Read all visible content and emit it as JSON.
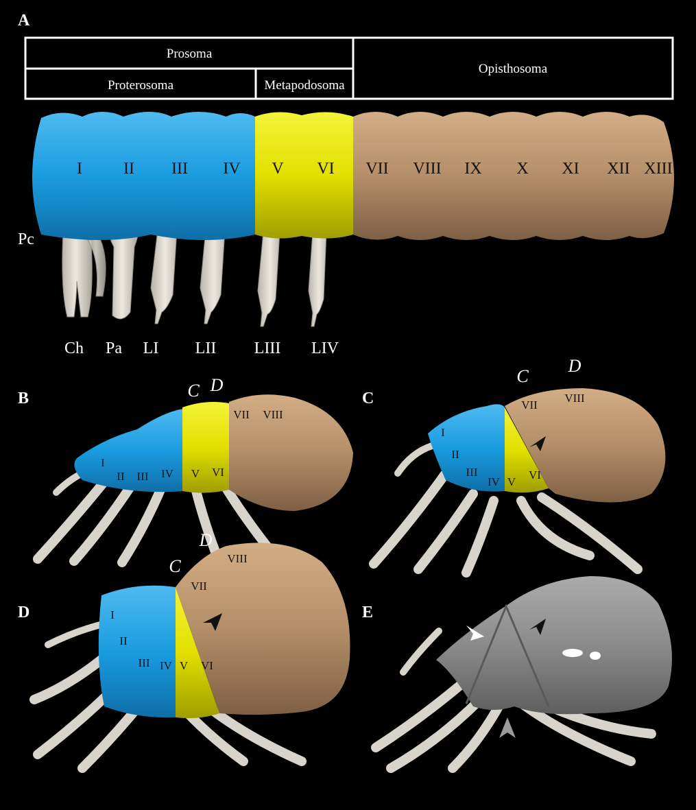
{
  "panel_labels": [
    "A",
    "B",
    "C",
    "D",
    "E"
  ],
  "header": {
    "prosoma": "Prosoma",
    "proterosoma": "Proterosoma",
    "metapodosoma": "Metapodosoma",
    "opisthosoma": "Opisthosoma"
  },
  "segments": [
    "I",
    "II",
    "III",
    "IV",
    "V",
    "VI",
    "VII",
    "VIII",
    "IX",
    "X",
    "XI",
    "XII",
    "XIII"
  ],
  "appendages": {
    "pc": "Pc",
    "ch": "Ch",
    "pa": "Pa",
    "l1": "LI",
    "l2": "LII",
    "l3": "LIII",
    "l4": "LIV"
  },
  "markers": {
    "c": "C",
    "d": "D"
  },
  "colors": {
    "background": "#000000",
    "proterosoma": "#1a9ce0",
    "metapodosoma": "#e1e000",
    "opisthosoma": "#b48e68",
    "legs": "#dad6ce",
    "fused_body": "#8b8b8b",
    "arrowhead_black": "#111111",
    "arrowhead_white": "#ffffff",
    "arrowhead_grey": "#9a9a9a"
  }
}
